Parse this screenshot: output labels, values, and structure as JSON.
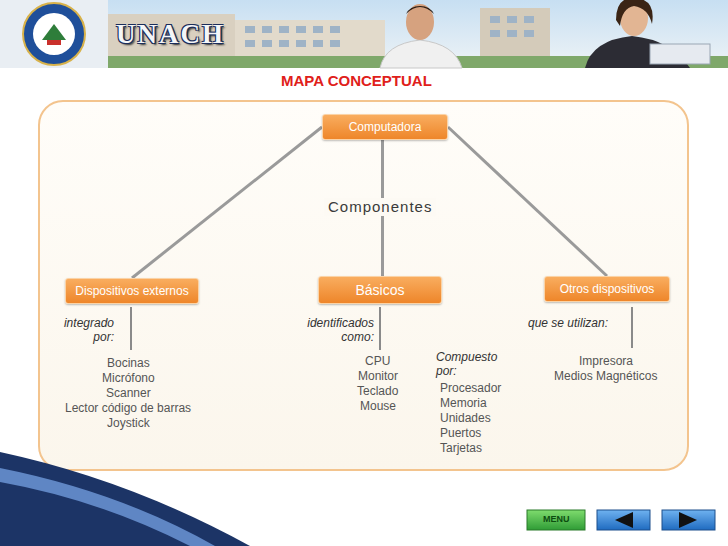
{
  "diagram": {
    "title": "MAPA CONCEPTUAL",
    "nodes": [
      {
        "text": [
          "Computadora"
        ]
      },
      {
        "text": [
          "Dispositivos externos"
        ]
      },
      {
        "text": [
          "Básicos"
        ]
      },
      {
        "text": [
          "Otros dispositivos"
        ]
      }
    ],
    "edges": [
      {
        "from": 0,
        "to": 1,
        "arrow": "none"
      },
      {
        "from": 0,
        "to": 2,
        "arrow": "none"
      },
      {
        "from": 0,
        "to": 3,
        "arrow": "none"
      }
    ],
    "labels": [
      "UNACH",
      "Componentes",
      "integrado por:",
      "Bocinas",
      "Micrófono",
      "Scanner",
      "Lector código de barras",
      "Joystick",
      "identificados como:",
      "CPU",
      "Monitor",
      "Teclado",
      "Mouse",
      "Compuesto por:",
      "Procesador",
      "Memoria",
      "Unidades",
      "Puertos",
      "Tarjetas",
      "que se utilizan:",
      "Impresora",
      "Medios Magnéticos",
      "MENU"
    ]
  }
}
